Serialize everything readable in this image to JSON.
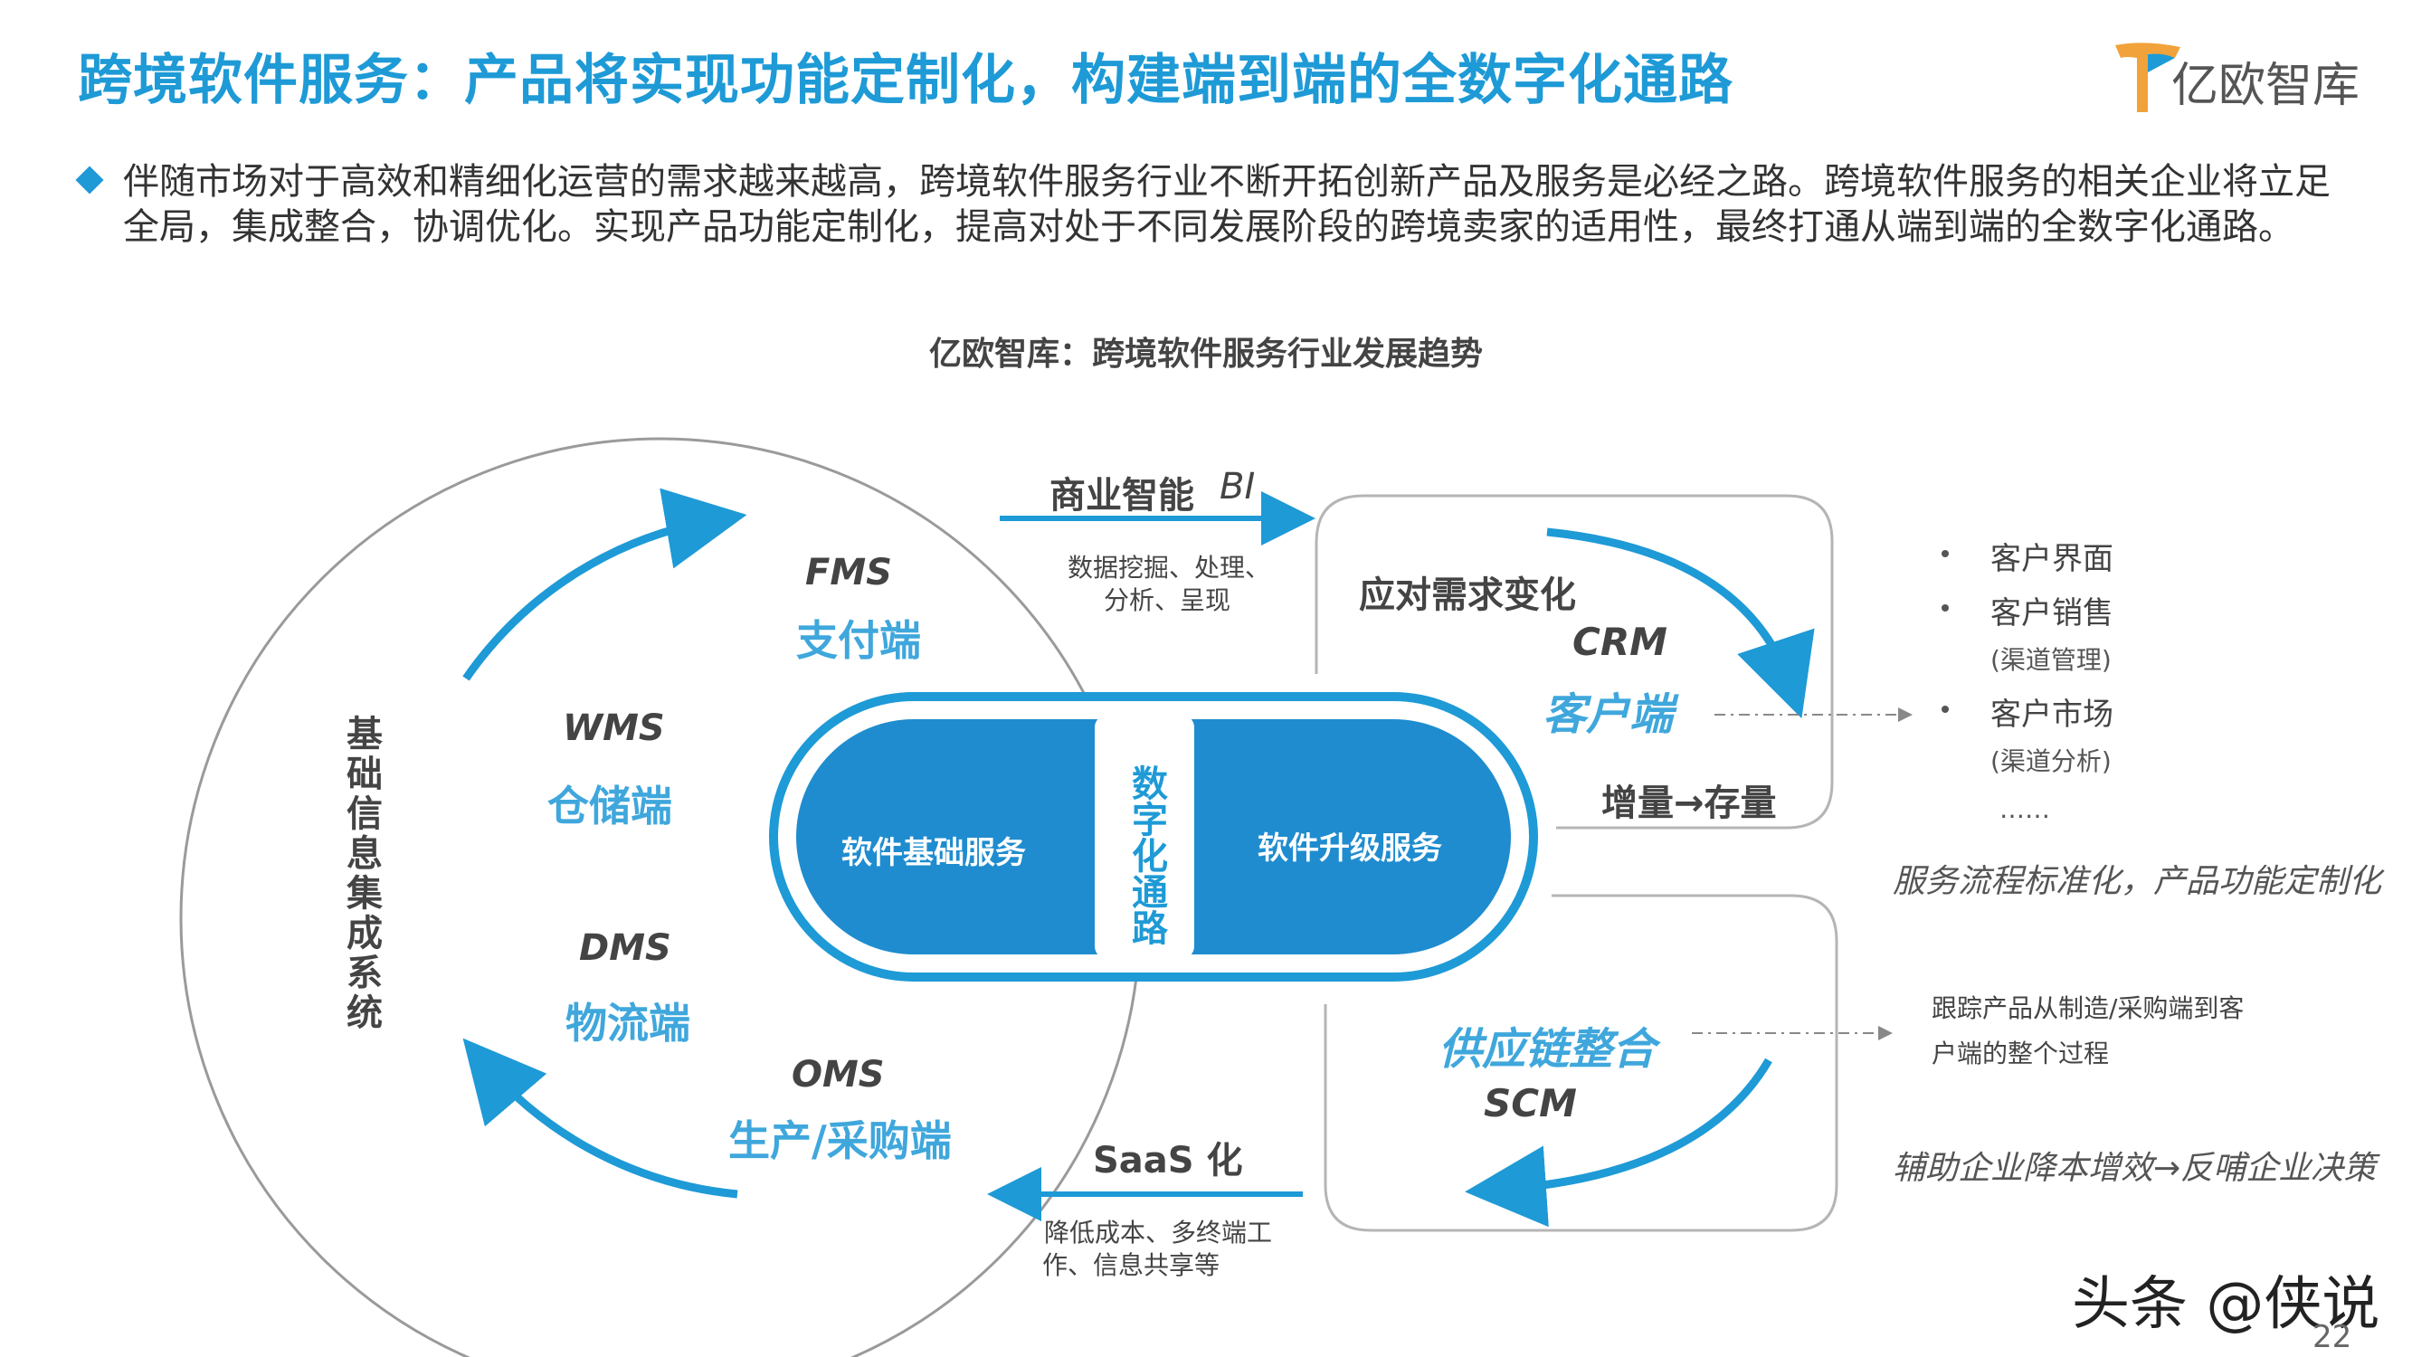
{
  "header": {
    "title": "跨境软件服务：产品将实现功能定制化，构建端到端的全数字化通路",
    "logo_text": "亿欧智库"
  },
  "intro": {
    "text": "伴随市场对于高效和精细化运营的需求越来越高，跨境软件服务行业不断开拓创新产品及服务是必经之路。跨境软件服务的相关企业将立足全局，集成整合，协调优化。实现产品功能定制化，提高对处于不同发展阶段的跨境卖家的适用性，最终打通从端到端的全数字化通路。"
  },
  "diagram": {
    "subtitle": "亿欧智库：跨境软件服务行业发展趋势",
    "left_circle": {
      "vertical_label": "基础信息集成系统",
      "systems": [
        {
          "code": "FMS",
          "name": "支付端"
        },
        {
          "code": "WMS",
          "name": "仓储端"
        },
        {
          "code": "DMS",
          "name": "物流端"
        },
        {
          "code": "OMS",
          "name": "生产/采购端"
        }
      ]
    },
    "pill": {
      "left_label": "软件基础服务",
      "center_label": "数字化通路",
      "right_label": "软件升级服务"
    },
    "top_flow": {
      "label": "商业智能",
      "label_code": "BI",
      "desc_line1": "数据挖掘、处理、",
      "desc_line2": "分析、呈现"
    },
    "bottom_flow": {
      "label": "SaaS 化",
      "desc_line1": "降低成本、多终端工",
      "desc_line2": "作、信息共享等"
    },
    "crm_box": {
      "heading": "应对需求变化",
      "code": "CRM",
      "name": "客户端",
      "footer": "增量→存量",
      "list": [
        {
          "item": "客户界面",
          "sub": ""
        },
        {
          "item": "客户销售",
          "sub": "(渠道管理)"
        },
        {
          "item": "客户市场",
          "sub": "(渠道分析)"
        }
      ],
      "more": "……",
      "note": "服务流程标准化，产品功能定制化"
    },
    "scm_box": {
      "name": "供应链整合",
      "code": "SCM",
      "desc_line1": "跟踪产品从制造/采购端到客",
      "desc_line2": "户端的整个过程",
      "note": "辅助企业降本增效→反哺企业决策"
    }
  },
  "footer": {
    "watermark": "头条 @侠说",
    "page_number": "22"
  },
  "colors": {
    "accent": "#1e9ad6",
    "pill_blue": "#1f8ccf",
    "text_dark": "#444444"
  }
}
